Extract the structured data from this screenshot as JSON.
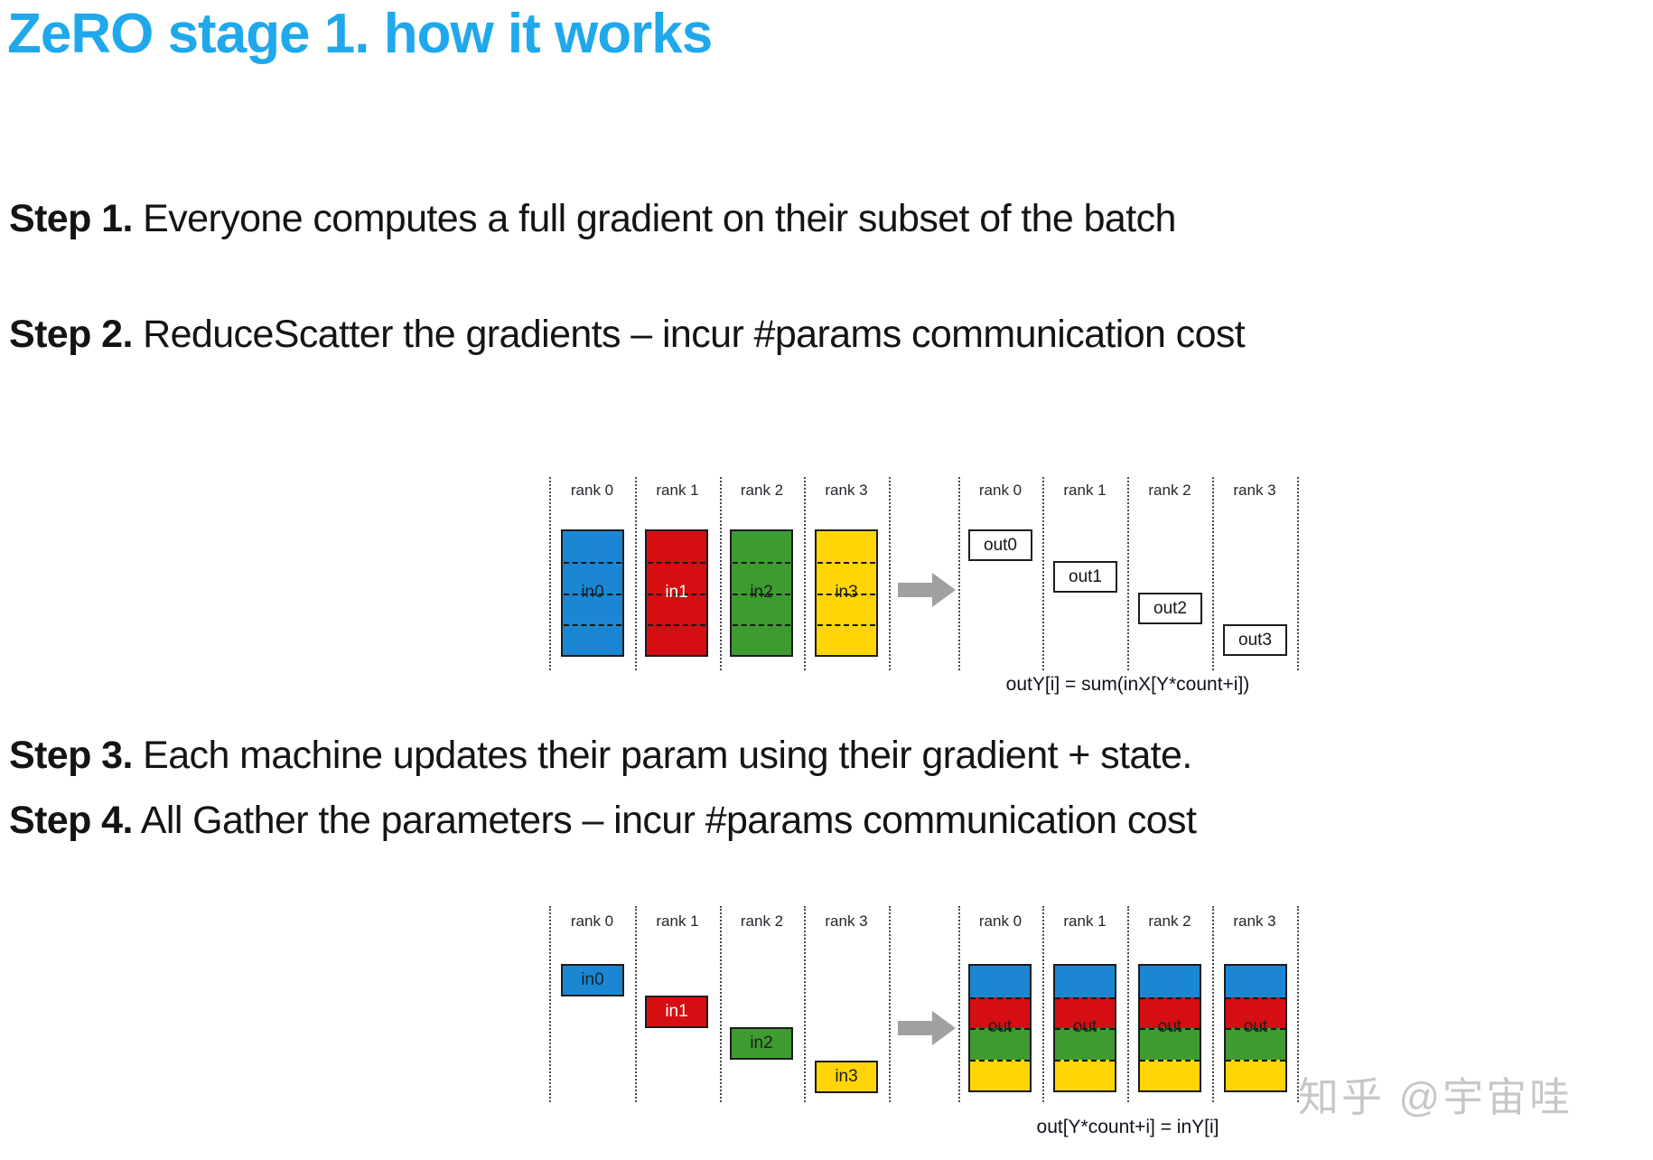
{
  "title": "ZeRO stage 1. how it works",
  "steps": [
    {
      "label": "Step 1.",
      "text": "Everyone computes a full gradient on their subset of the batch"
    },
    {
      "label": "Step 2.",
      "text": "ReduceScatter the gradients – incur #params communication cost"
    },
    {
      "label": "Step 3.",
      "text": "Each machine updates their param using their gradient + state."
    },
    {
      "label": "Step 4.",
      "text": "All Gather the parameters – incur #params communication cost"
    }
  ],
  "reduce_scatter": {
    "ranks": [
      "rank 0",
      "rank 1",
      "rank 2",
      "rank 3"
    ],
    "inputs": [
      "in0",
      "in1",
      "in2",
      "in3"
    ],
    "outputs": [
      "out0",
      "out1",
      "out2",
      "out3"
    ],
    "formula": "outY[i] = sum(inX[Y*count+i])"
  },
  "all_gather": {
    "ranks": [
      "rank 0",
      "rank 1",
      "rank 2",
      "rank 3"
    ],
    "inputs": [
      "in0",
      "in1",
      "in2",
      "in3"
    ],
    "output_label": "out",
    "formula": "out[Y*count+i] = inY[i]"
  },
  "colors": {
    "title": "#1fa8ec",
    "blue": "#1b87d3",
    "red": "#d40e12",
    "green": "#3d9b31",
    "yellow": "#ffd503",
    "arrow": "#a0a0a0",
    "watermark_gray": "#c7c7c7"
  },
  "watermark": "知乎 @宇宙哇"
}
